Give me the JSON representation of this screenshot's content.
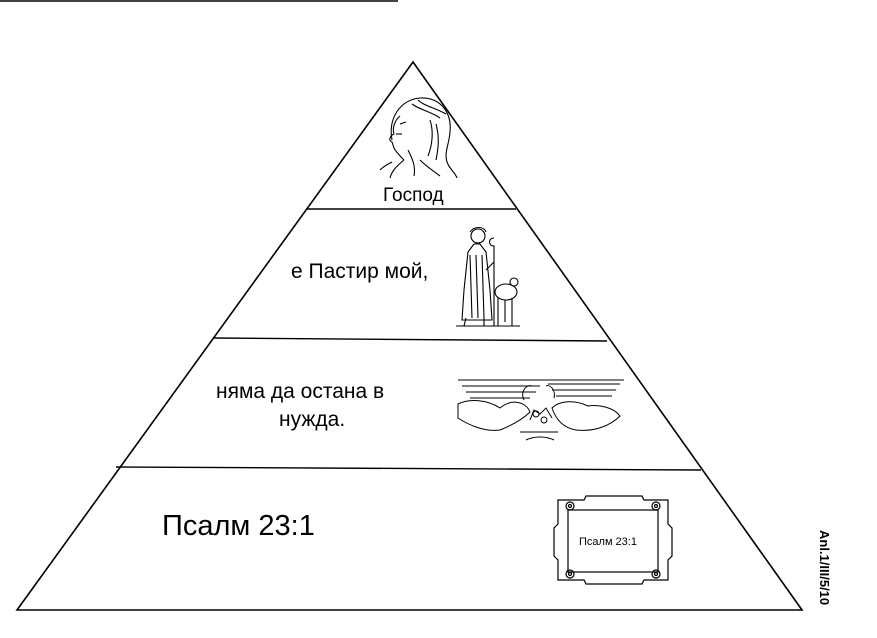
{
  "tiers": {
    "top": {
      "label": "Господ",
      "icon": "jesus-portrait"
    },
    "second": {
      "label": "е Пастир мой,",
      "icon": "shepherd-with-sheep"
    },
    "third": {
      "line1": "няма да остана в",
      "line2": "нужда.",
      "icon": "red-sea-crossing"
    },
    "bottom": {
      "label": "Псалм 23:1",
      "plaque_text": "Псалм 23:1"
    }
  },
  "side_code": "Anl.1/III/5/10",
  "colors": {
    "line": "#000000",
    "background": "#ffffff"
  }
}
